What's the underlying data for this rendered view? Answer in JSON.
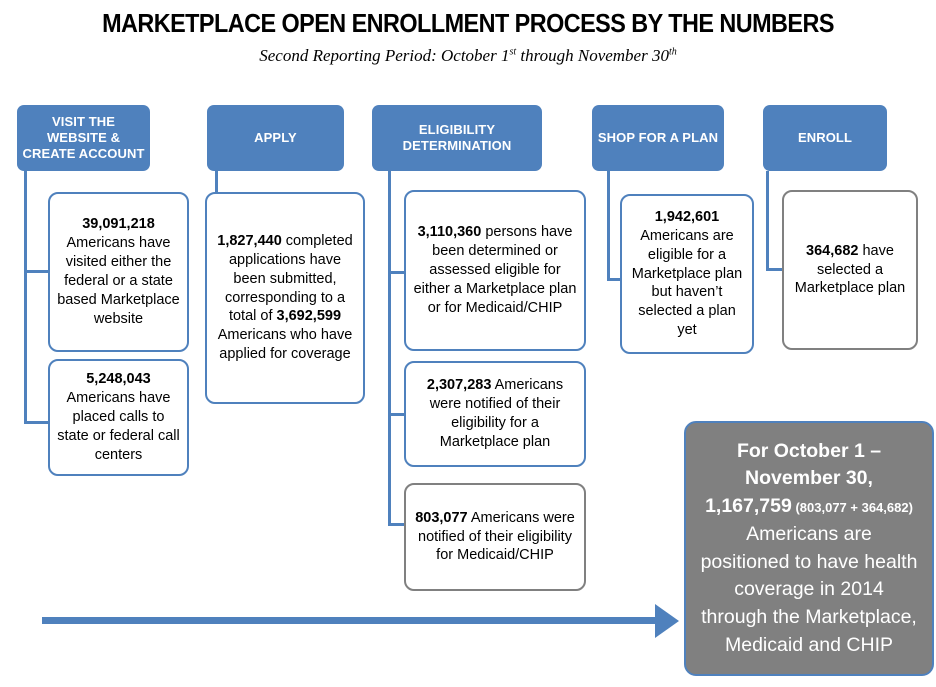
{
  "header": {
    "title": "MARKETPLACE OPEN ENROLLMENT PROCESS BY THE NUMBERS",
    "subtitle_pre": "Second Reporting Period: October 1",
    "subtitle_sup1": "st",
    "subtitle_mid": " through November 30",
    "subtitle_sup2": "th"
  },
  "stages": [
    {
      "id": "visit",
      "label": "VISIT THE\nWEBSITE &\nCREATE ACCOUNT"
    },
    {
      "id": "apply",
      "label": "APPLY"
    },
    {
      "id": "eligibility",
      "label": "ELIGIBILITY\nDETERMINATION"
    },
    {
      "id": "shop",
      "label": "SHOP FOR A PLAN"
    },
    {
      "id": "enroll",
      "label": "ENROLL"
    }
  ],
  "cards": {
    "visited_website": {
      "number": "39,091,218",
      "text": " Americans have visited either the federal or a state based Marketplace website",
      "border": "blue"
    },
    "placed_calls": {
      "number": "5,248,043",
      "text": " Americans have placed calls to state or federal call centers",
      "border": "blue"
    },
    "applications": {
      "number": "1,827,440",
      "text_a": " completed applications have been submitted, corresponding to a total of ",
      "number2": "3,692,599",
      "text_b": " Americans who have applied for coverage",
      "border": "blue"
    },
    "determined_eligible": {
      "number": "3,110,360",
      "text": "  persons have been determined or assessed eligible for either a Marketplace plan or for Medicaid/CHIP",
      "border": "blue"
    },
    "notified_marketplace": {
      "number": "2,307,283",
      "text": "  Americans were notified of their eligibility for a Marketplace plan",
      "border": "blue"
    },
    "notified_medicaid": {
      "number": "803,077",
      "text": "  Americans were notified of their eligibility for Medicaid/CHIP",
      "border": "gray"
    },
    "eligible_not_selected": {
      "number": "1,942,601",
      "text": " Americans are eligible for a Marketplace plan but haven’t selected a plan yet",
      "border": "blue"
    },
    "selected_plan": {
      "number": "364,682",
      "text": " have selected a Marketplace plan",
      "border": "gray"
    }
  },
  "summary": {
    "lead": "For October 1 – November 30, 1,167,759",
    "paren": " (803,077 + 364,682)",
    "rest": " Americans are positioned to have health coverage in 2014 through the Marketplace, Medicaid and CHIP"
  },
  "arrow": {
    "name": "process-flow-arrow",
    "direction": "right"
  },
  "colors": {
    "blue": "#4f81bd",
    "gray": "#808080",
    "white": "#ffffff",
    "black": "#000000"
  }
}
